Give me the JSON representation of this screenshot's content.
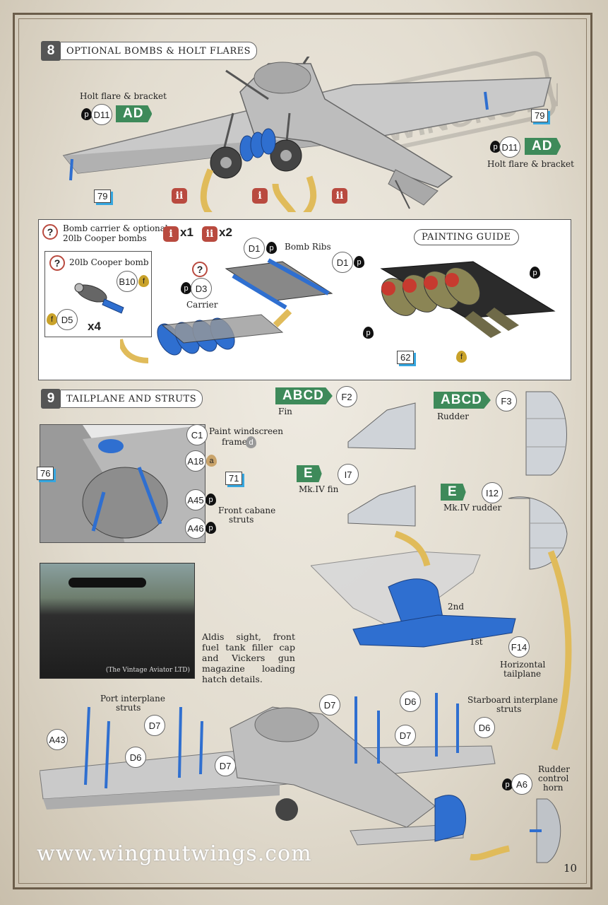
{
  "step8": {
    "number": "8",
    "title": "OPTIONAL BOMBS & HOLT FLARES",
    "holt_left": {
      "label": "Holt flare & bracket",
      "paint": "p",
      "part": "D11",
      "variants": "AD"
    },
    "holt_right": {
      "label": "Holt flare & bracket",
      "paint": "p",
      "part": "D11",
      "variants": "AD"
    },
    "decal_left": "79",
    "decal_right": "79",
    "badge_i": "i",
    "badge_ii": "ii"
  },
  "bombs": {
    "q": "?",
    "carrier_text_1": "Bomb carrier & optional",
    "carrier_text_2": "20lb Cooper bombs",
    "count_i": "x1",
    "count_ii": "x2",
    "cooper_title": "20lb Cooper bomb",
    "b10": "B10",
    "b10_paint": "f",
    "d5": "D5",
    "d5_paint": "f",
    "x4": "x4",
    "d1_a": "D1",
    "d1_a_paint": "p",
    "bomb_ribs": "Bomb Ribs",
    "d1_b": "D1",
    "d1_b_paint": "p",
    "d3": "D3",
    "d3_paint": "p",
    "carrier": "Carrier",
    "painting_guide": "PAINTING GUIDE",
    "pg_p1": "p",
    "pg_p2": "p",
    "pg_decal": "62",
    "pg_f": "f"
  },
  "step9": {
    "number": "9",
    "title": "TAILPLANE AND STRUTS",
    "fin": {
      "variants": "ABCD",
      "part": "F2",
      "label": "Fin"
    },
    "rudder": {
      "variants": "ABCD",
      "part": "F3",
      "label": "Rudder"
    },
    "mk4fin": {
      "variants": "E",
      "part": "I7",
      "label": "Mk.IV fin"
    },
    "mk4rudder": {
      "variants": "E",
      "part": "I12",
      "label": "Mk.IV rudder"
    },
    "c1": "C1",
    "windscreen_1": "Paint windscreen",
    "windscreen_2": "frame",
    "windscreen_paint": "d",
    "a18": "A18",
    "a18_paint": "a",
    "decal_71": "71",
    "decal_76": "76",
    "a45": "A45",
    "a45_paint": "p",
    "a46": "A46",
    "a46_paint": "p",
    "cabane_1": "Front cabane",
    "cabane_2": "struts",
    "photo_credit": "(The Vintage Aviator LTD)",
    "aldis_text": "Aldis sight, front fuel tank filler cap and Vickers gun magazine loading hatch details.",
    "second": "2nd",
    "first": "1st",
    "f14": "F14",
    "htail_1": "Horizontal",
    "htail_2": "tailplane",
    "port_1": "Port interplane",
    "port_2": "struts",
    "starboard_1": "Starboard interplane",
    "starboard_2": "struts",
    "a43": "A43",
    "d6_port": "D6",
    "d7_port_a": "D7",
    "d7_port_b": "D7",
    "d7_stb_a": "D7",
    "d7_stb_b": "D7",
    "d6_stb_a": "D6",
    "d6_stb_b": "D6",
    "rudder_horn_1": "Rudder",
    "rudder_horn_2": "control",
    "rudder_horn_3": "horn",
    "a6": "A6",
    "a6_paint": "p"
  },
  "footer": {
    "website": "www.wingnutwings.com",
    "page": "10"
  },
  "watermark": "WINGNUT WINGS",
  "colors": {
    "green": "#3e8a5a",
    "red": "#b94a3f",
    "blue": "#2f6fd0",
    "decal_shadow": "#36a7e0"
  }
}
